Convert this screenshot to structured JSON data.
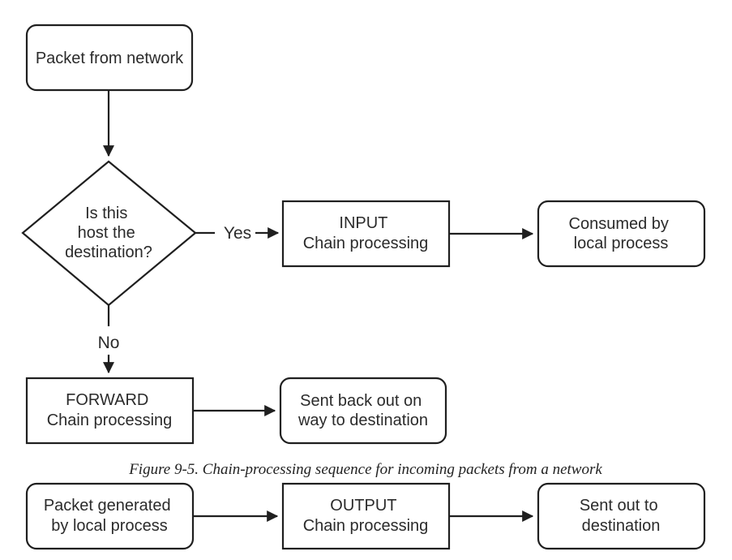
{
  "figure1": {
    "packet_from_network": [
      "Packet from network"
    ],
    "decision": [
      "Is this",
      "host the",
      "destination?"
    ],
    "yes_label": "Yes",
    "no_label": "No",
    "input_chain": [
      "INPUT",
      "Chain processing"
    ],
    "consumed": [
      "Consumed by",
      "local process"
    ],
    "forward_chain": [
      "FORWARD",
      "Chain processing"
    ],
    "sent_back": [
      "Sent back out on",
      "way to destination"
    ],
    "caption": "Figure 9-5. Chain-processing sequence for incoming packets from a network"
  },
  "figure2": {
    "packet_generated": [
      "Packet generated",
      "by local process"
    ],
    "output_chain": [
      "OUTPUT",
      "Chain processing"
    ],
    "sent_out": [
      "Sent out to",
      "destination"
    ]
  },
  "colors": {
    "stroke": "#1f1f1f",
    "text": "#2b2b2b",
    "background": "#ffffff"
  }
}
